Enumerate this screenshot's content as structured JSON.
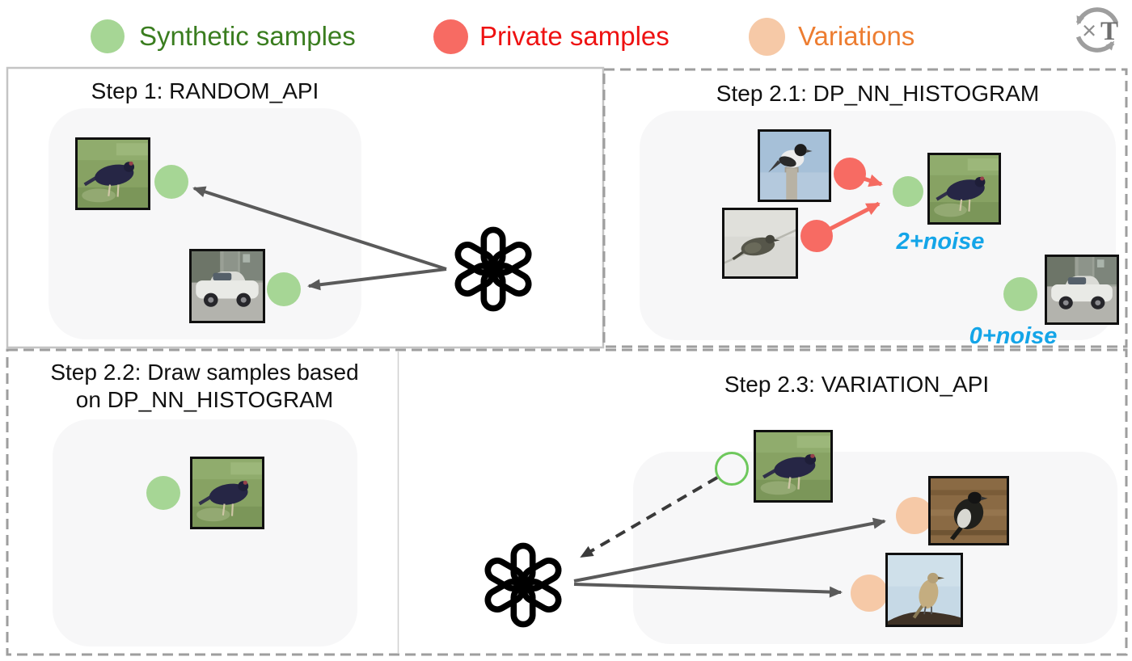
{
  "legend": {
    "items": [
      {
        "name": "synthetic",
        "label": "Synthetic samples",
        "dot_color": "#a6d695",
        "text_color": "#3a7d1f"
      },
      {
        "name": "private",
        "label": "Private samples",
        "dot_color": "#f76b63",
        "text_color": "#ee1111"
      },
      {
        "name": "variations",
        "label": "Variations",
        "dot_color": "#f6c9a7",
        "text_color": "#ed7d31"
      }
    ],
    "no_training_icon": {
      "cross": "×",
      "letter": "T"
    }
  },
  "panels": {
    "step1": {
      "title": "Step 1: RANDOM_API",
      "images": [
        "bird-on-grass",
        "white-car"
      ]
    },
    "step2_1": {
      "title": "Step 2.1: DP_NN_HISTOGRAM",
      "noise_labels": {
        "two": "2+noise",
        "zero": "0+noise"
      },
      "images": [
        "bird-on-post",
        "bird-on-wire",
        "bird-on-grass",
        "white-car"
      ]
    },
    "step2_2": {
      "title_line1": "Step 2.2: Draw samples based",
      "title_line2": "on DP_NN_HISTOGRAM",
      "images": [
        "bird-on-grass"
      ]
    },
    "step2_3": {
      "title": "Step 2.3: VARIATION_API",
      "images": [
        "bird-on-grass",
        "bird-on-wood",
        "bird-on-branch"
      ]
    }
  },
  "colors": {
    "synthetic_dot": "#a6d695",
    "private_dot": "#f76b63",
    "variation_dot": "#f6c9a7",
    "noise_label": "#14a5e8",
    "arrow_gray": "#5a5a5a",
    "arrow_red": "#f56b61",
    "arrow_dashed": "#3a3a3a",
    "dashed_border": "#9e9e9e",
    "solid_border": "#c4c4c4",
    "panel_fill": "#f7f7f8"
  }
}
